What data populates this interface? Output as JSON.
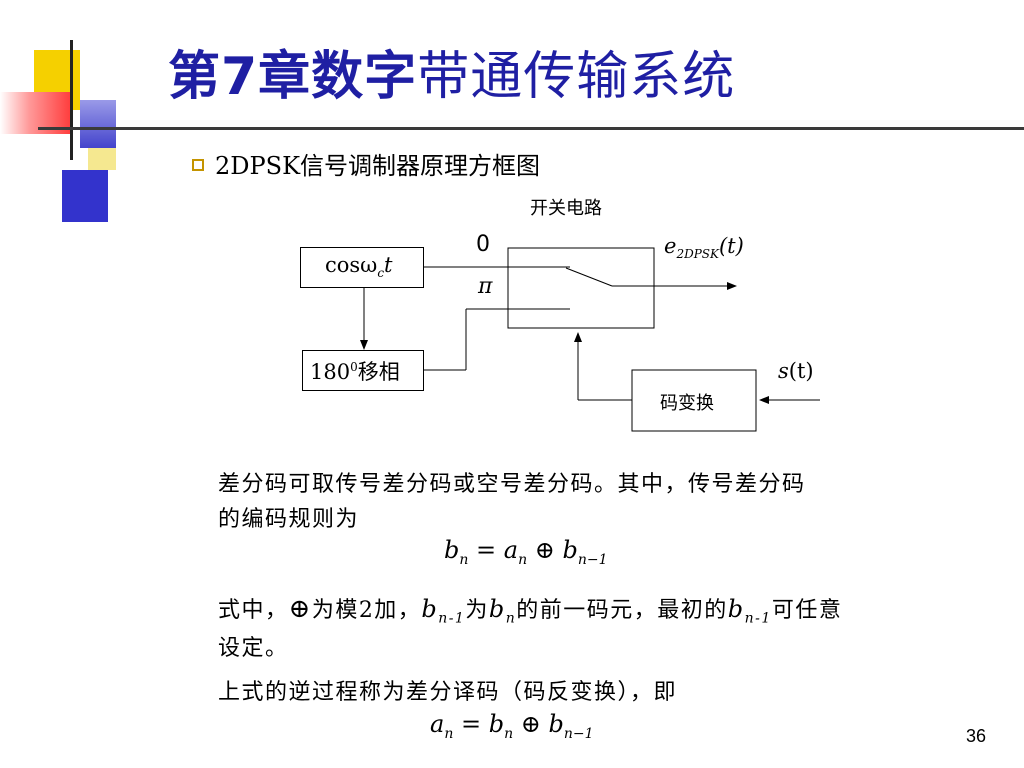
{
  "slide": {
    "title_bold": "第7章数字",
    "title_rest": "带通传输系统",
    "bullet": "2DPSK信号调制器原理方框图",
    "page_number": "36"
  },
  "diagram": {
    "switch_label": "开关电路",
    "zero_label": "0",
    "pi_label": "π",
    "carrier_box": "cosω",
    "carrier_sub": "c",
    "carrier_t": "t",
    "output_label": "e",
    "output_sub": "2DPSK",
    "output_arg": "(t)",
    "phase_box_num": "180",
    "phase_box_sup": "0",
    "phase_box_text": "移相",
    "code_box": "码变换",
    "input_label": "s",
    "input_arg": "(t)"
  },
  "body": {
    "para1_line1": "差分码可取传号差分码或空号差分码。其中，传号差分码",
    "para1_line2": "的编码规则为",
    "eq1": {
      "b": "b",
      "n": "n",
      "eq": " = ",
      "a": "a",
      "xor": " ⊕ ",
      "nm1": "n−1"
    },
    "para2_pre": "式中，",
    "para2_xor": "⊕",
    "para2_a": "为模2加，",
    "para2_b": "b",
    "para2_bsub": "n-1",
    "para2_c": "为",
    "para2_d": "b",
    "para2_dsub": "n",
    "para2_e": "的前一码元，最初的",
    "para2_f": "b",
    "para2_fsub": "n-1",
    "para2_g": "可任意",
    "para2_line2": "设定。",
    "para3": "上式的逆过程称为差分译码（码反变换），即",
    "eq2": {
      "a": "a",
      "n": "n",
      "eq": " = ",
      "b": "b",
      "xor": " ⊕ ",
      "nm1": "n−1"
    }
  },
  "colors": {
    "title": "#1f1fa3",
    "yellow": "#f5d000",
    "blue": "#3333cc",
    "red": "#ff3a3a",
    "bullet": "#c49400"
  }
}
